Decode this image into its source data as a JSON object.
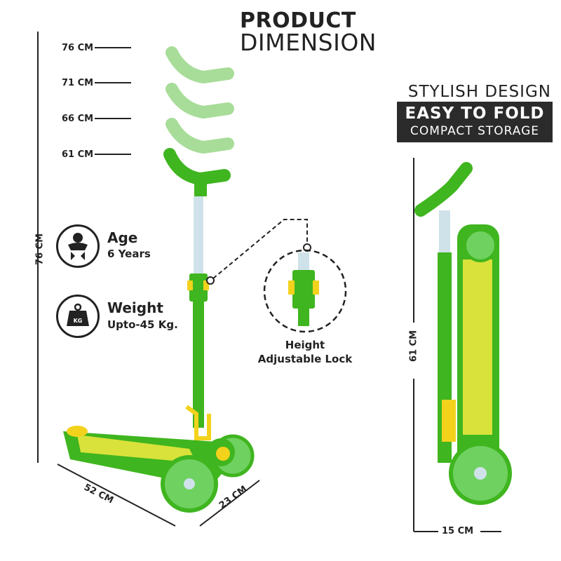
{
  "header": {
    "title_bold": "PRODUCT",
    "title_light": "DIMENSION"
  },
  "features": {
    "line1": "STYLISH DESIGN",
    "line2": "EASY TO FOLD",
    "line3": "COMPACT STORAGE"
  },
  "height_levels": [
    "76 CM",
    "71 CM",
    "66 CM",
    "61 CM"
  ],
  "dimensions": {
    "total_height": "76 CM",
    "length": "52 CM",
    "width": "23 CM",
    "folded_height": "61 CM",
    "folded_width": "15 CM"
  },
  "age": {
    "title": "Age",
    "value": "6 Years"
  },
  "weight": {
    "title": "Weight",
    "value": "Upto-45 Kg.",
    "icon_text": "KG"
  },
  "lock": {
    "line1": "Height",
    "line2": "Adjustable Lock"
  },
  "colors": {
    "green": "#3fb51f",
    "yellow": "#f3d21c",
    "dark": "#2b2b2b",
    "deck": "#d9e23a"
  }
}
